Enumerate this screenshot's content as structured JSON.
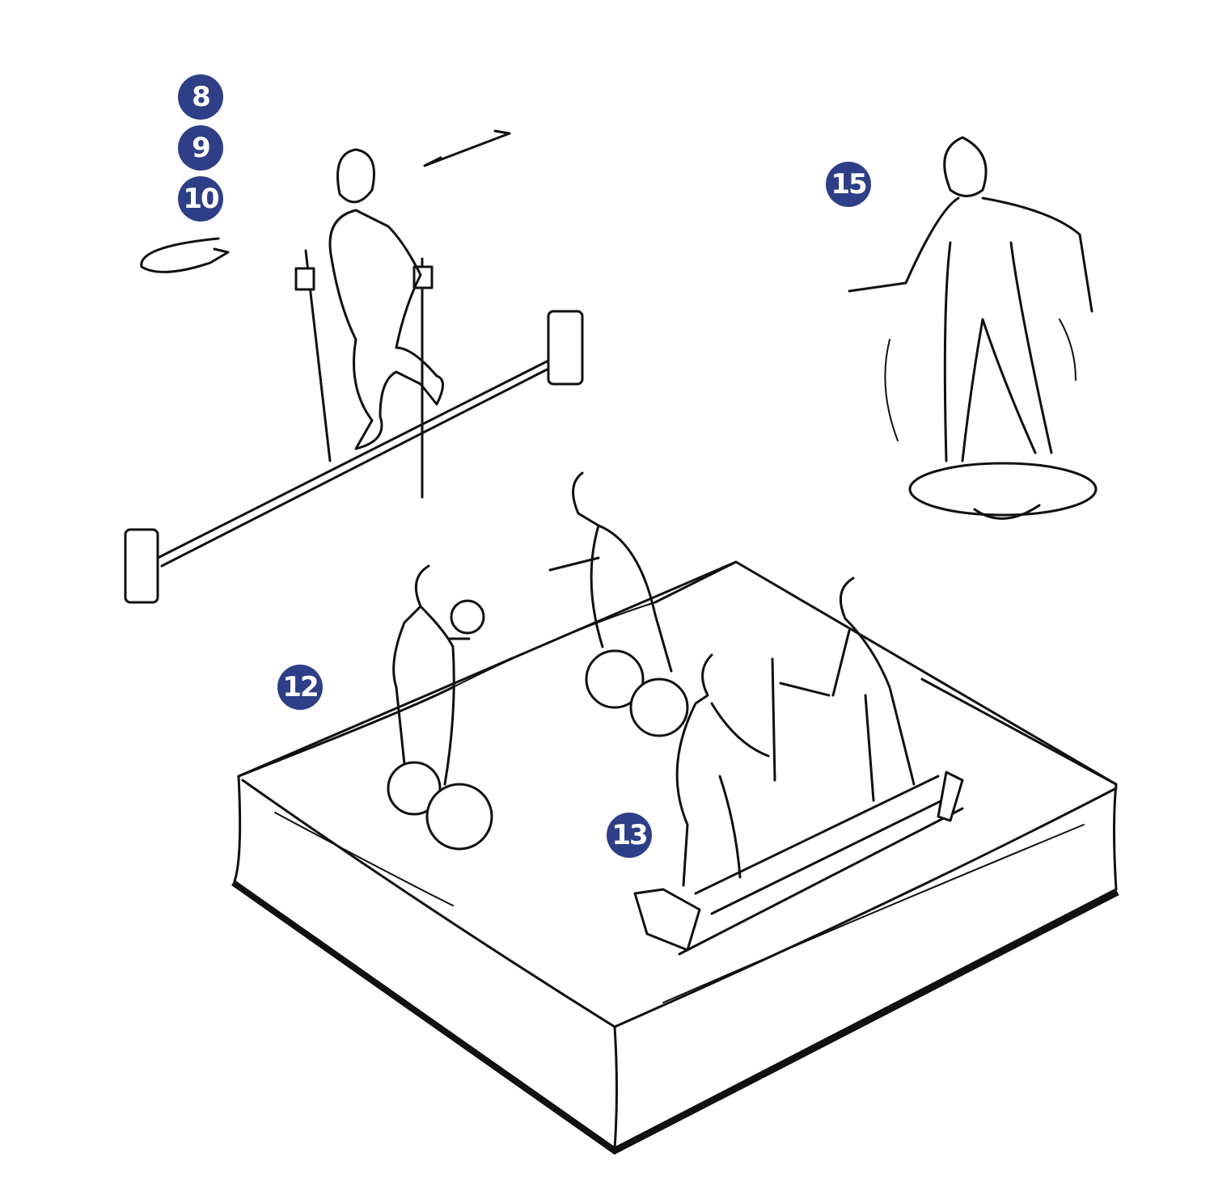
{
  "colors": {
    "badge": "#2e3f87",
    "line": "#111111"
  },
  "badges": [
    {
      "label": "8",
      "station": "slackline"
    },
    {
      "label": "9",
      "station": "slackline"
    },
    {
      "label": "10",
      "station": "slackline"
    },
    {
      "label": "15",
      "station": "balance-board"
    },
    {
      "label": "12",
      "station": "balance-balls"
    },
    {
      "label": "13",
      "station": "balance-beam"
    }
  ]
}
